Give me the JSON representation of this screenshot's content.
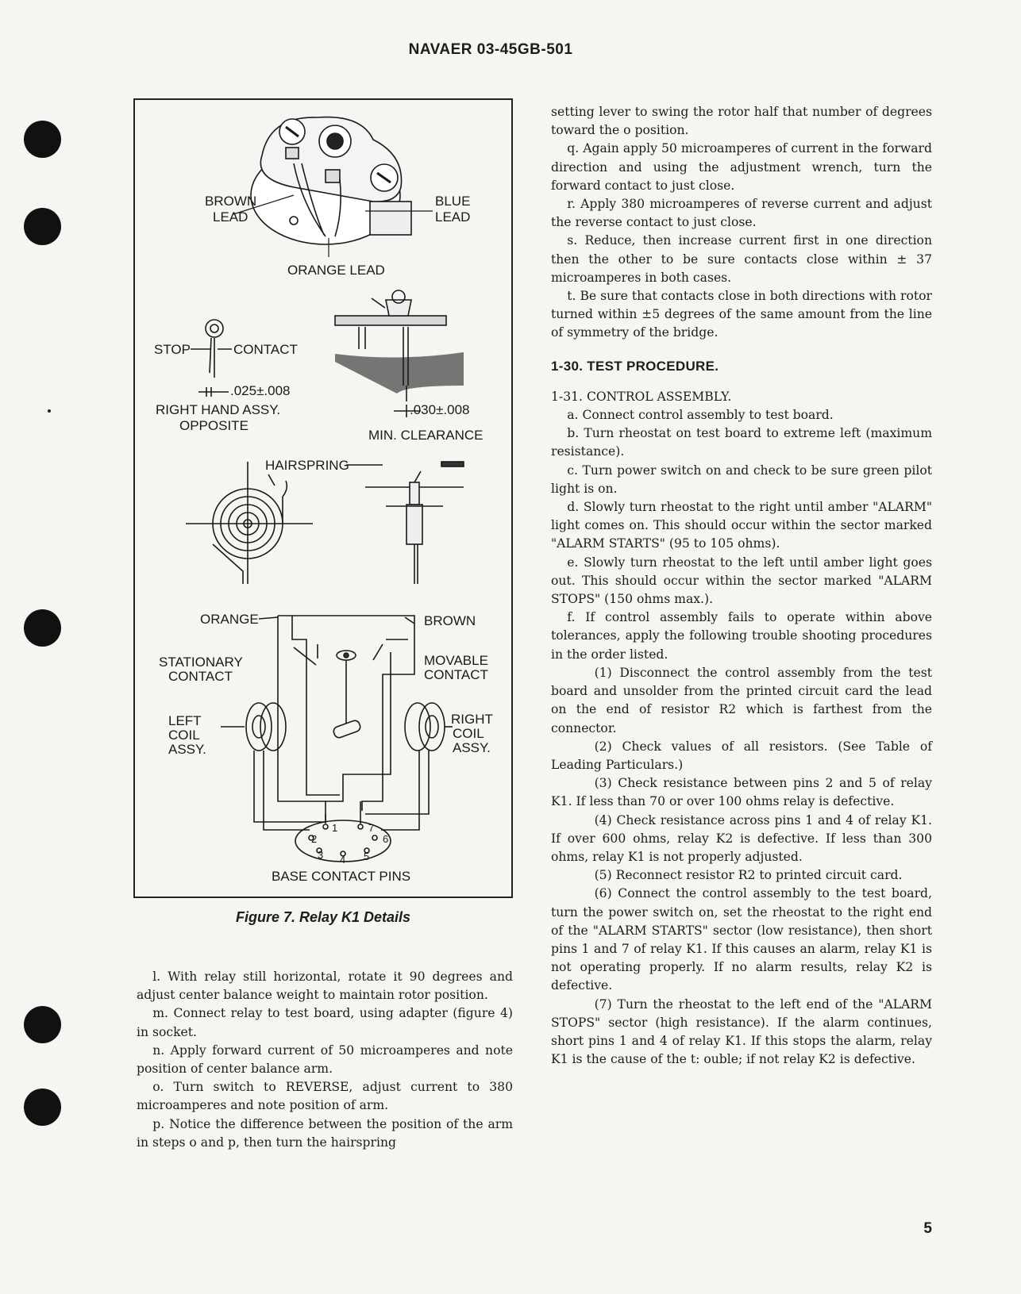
{
  "header": "NAVAER 03-45GB-501",
  "figure": {
    "caption": "Figure 7.  Relay K1 Details",
    "labels": {
      "brown_lead": [
        "BROWN",
        "LEAD"
      ],
      "blue_lead": [
        "BLUE",
        "LEAD"
      ],
      "orange_lead": "ORANGE LEAD",
      "stop": "STOP",
      "contact": "CONTACT",
      "gap1": ".025±.008",
      "right_hand": [
        "RIGHT HAND ASSY.",
        "OPPOSITE"
      ],
      "gap2": ".030±.008",
      "min_clearance": "MIN. CLEARANCE",
      "hairspring": "HAIRSPRING",
      "orange": "ORANGE",
      "brown": "BROWN",
      "stationary": [
        "STATIONARY",
        "CONTACT"
      ],
      "movable": [
        "MOVABLE",
        "CONTACT"
      ],
      "left_coil": [
        "LEFT",
        "COIL",
        "ASSY."
      ],
      "right_coil": [
        "RIGHT",
        "COIL",
        "ASSY."
      ],
      "base_pins": "BASE CONTACT PINS",
      "pins": [
        "1",
        "2",
        "3",
        "4",
        "5",
        "6",
        "7"
      ]
    }
  },
  "left_column": [
    "l. With relay still horizontal, rotate it 90 degrees and adjust center balance weight to maintain rotor position.",
    "m. Connect relay to test board, using adapter (figure 4) in socket.",
    "n. Apply forward current of 50 microamperes and note position of center balance arm.",
    "o. Turn switch to REVERSE, adjust current to 380 microamperes and note position of arm.",
    "p. Notice the difference between the position of the arm in steps o and p, then turn the hairspring"
  ],
  "right_column": {
    "continuation": "setting lever to swing the rotor half that number of degrees toward the o position.",
    "steps_qt": [
      "q. Again apply 50 microamperes of current in the forward direction and using the adjustment wrench, turn the forward contact to just close.",
      "r. Apply 380 microamperes of reverse current and adjust the reverse contact to just close.",
      "s. Reduce, then increase current first in one direction then the other to be sure contacts close within ± 37 microamperes in both cases.",
      "t. Be sure that contacts close in both directions with rotor turned within ±5 degrees of the same amount from the line of symmetry of the bridge."
    ],
    "heading": "1-30.  TEST PROCEDURE.",
    "subheading": "1-31.  CONTROL ASSEMBLY.",
    "steps_af": [
      "a. Connect control assembly to test board.",
      "b. Turn rheostat on test board to extreme left (maximum resistance).",
      "c. Turn power switch on and check to be sure green pilot light is on.",
      "d. Slowly turn rheostat to the right until amber \"ALARM\" light comes on. This should occur within the sector marked \"ALARM STARTS\" (95 to 105 ohms).",
      "e. Slowly turn rheostat to the left until amber light goes out. This should occur within the sector marked \"ALARM STOPS\" (150 ohms max.).",
      "f. If control assembly fails to operate within above tolerances, apply the following trouble shooting procedures in the order listed."
    ],
    "substeps": [
      "(1) Disconnect the control assembly from the test board and unsolder from the printed circuit card the lead on the end of resistor R2 which is farthest from the connector.",
      "(2) Check values of all resistors. (See Table of Leading Particulars.)",
      "(3) Check resistance between pins 2 and 5 of relay K1. If less than 70 or over 100 ohms relay is defective.",
      "(4) Check resistance across pins 1 and 4 of relay K1. If over 600 ohms, relay K2 is defective. If less than 300 ohms, relay K1 is not properly adjusted.",
      "(5) Reconnect resistor R2 to printed circuit card.",
      "(6) Connect the control assembly to the test board, turn the power switch on, set the rheostat to the right end of the \"ALARM STARTS\" sector (low resistance), then short pins 1 and 7 of relay K1. If this causes an alarm, relay K1 is not operating properly. If no alarm results, relay K2 is defective.",
      "(7) Turn the rheostat to the left end of the \"ALARM STOPS\" sector (high resistance). If the alarm continues, short pins 1 and 4 of relay K1. If this stops the alarm, relay K1 is the cause of the t: ouble; if not relay K2 is defective."
    ]
  },
  "page_number": "5"
}
